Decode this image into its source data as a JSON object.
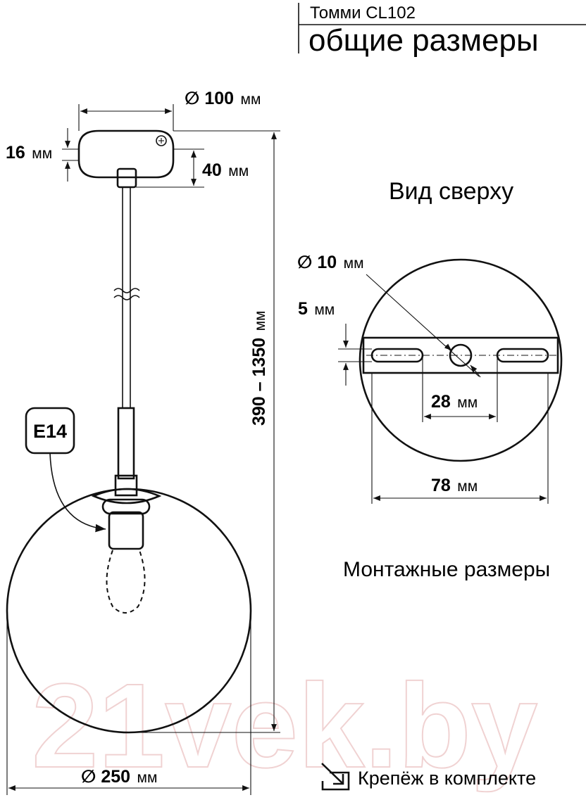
{
  "header": {
    "model": "Томми CL102",
    "title": "общие размеры"
  },
  "side_view": {
    "canopy_diameter": {
      "value": "∅ 100",
      "unit": "мм"
    },
    "canopy_height": {
      "value": "16",
      "unit": "мм"
    },
    "canopy_total_height": {
      "value": "40",
      "unit": "мм"
    },
    "total_height": {
      "value": "390 – 1350",
      "unit": "мм"
    },
    "socket_label": "E14",
    "shade_diameter": {
      "value": "∅ 250",
      "unit": "мм"
    }
  },
  "top_view": {
    "title": "Вид сверху",
    "hole_diameter": {
      "value": "∅ 10",
      "unit": "мм"
    },
    "slot_width": {
      "value": "5",
      "unit": "мм"
    },
    "slot_spacing": {
      "value": "28",
      "unit": "мм"
    },
    "plate_length": {
      "value": "78",
      "unit": "мм"
    },
    "caption": "Монтажные размеры"
  },
  "footer": {
    "mount_note": "Крепёж в комплекте"
  },
  "watermark": "21vek.by",
  "icons": [
    "arrow-into-box-icon"
  ]
}
